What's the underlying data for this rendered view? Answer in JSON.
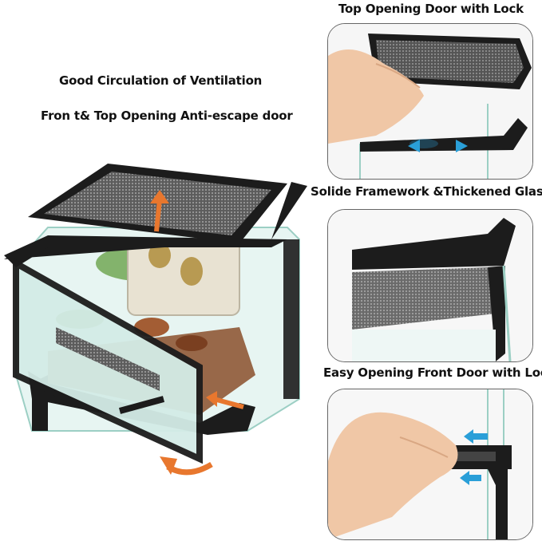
{
  "labels": {
    "ventilation": "Good Circulation of Ventilation",
    "anti_escape": "Fron t& Top Opening Anti-escape door",
    "top_lock": "Top Opening Door with Lock",
    "framework": "Solide Framework &Thickened Glass",
    "front_lock": "Easy Opening Front  Door with Lock"
  },
  "colors": {
    "arrow_orange": "#e8772e",
    "arrow_blue": "#2a9fd8",
    "frame_black": "#1c1c1c",
    "mesh_gray": "#6f6f6f",
    "glass": "#dff2ee"
  }
}
